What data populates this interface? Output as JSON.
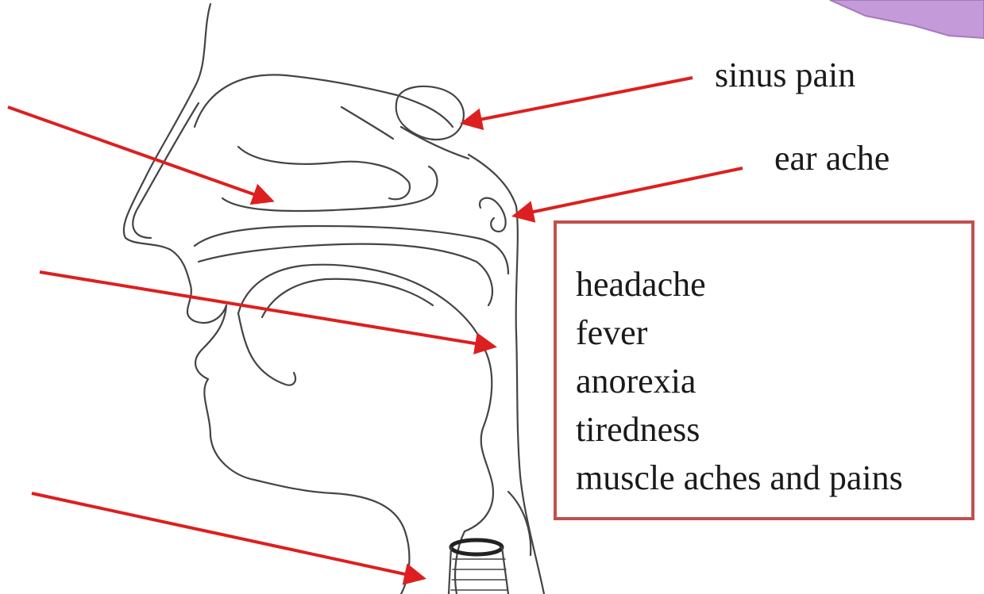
{
  "labels": {
    "sinus": "sinus pain",
    "ear": "ear ache"
  },
  "symptoms": [
    "headache",
    "fever",
    "anorexia",
    "tiredness",
    "muscle aches and pains"
  ],
  "colors": {
    "arrow": "#dd1f1f",
    "outline": "#444444",
    "box_border": "#c0504d",
    "corner_shape": "#c59ad9"
  }
}
